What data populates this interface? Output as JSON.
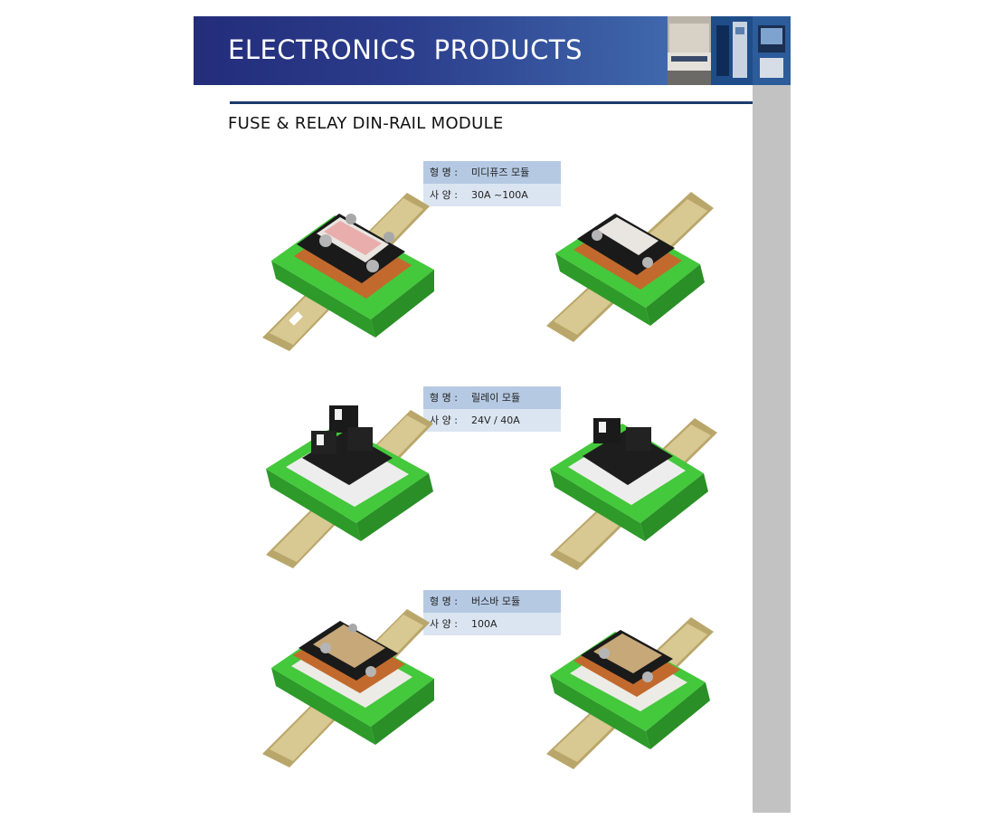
{
  "header": {
    "title": "ELECTRONICS  PRODUCTS"
  },
  "section": {
    "title": "FUSE & RELAY DIN-RAIL MODULE"
  },
  "products": [
    {
      "model_label": "형 명 :",
      "model_value": "미디퓨즈 모듈",
      "spec_label": "사 양 :",
      "spec_value": "30A ~100A"
    },
    {
      "model_label": "형 명 :",
      "model_value": "릴레이 모듈",
      "spec_label": "사 양 :",
      "spec_value": "24V / 40A"
    },
    {
      "model_label": "형 명 :",
      "model_value": "버스바 모듈",
      "spec_label": "사 양 :",
      "spec_value": "100A"
    }
  ],
  "colors": {
    "banner": "#2b3d8c",
    "rule": "#1c3a6e",
    "sidebar": "#c2c2c2",
    "model_row": "#b5c9e3",
    "spec_row": "#dbe5f1",
    "module_green": "#3fc23a"
  }
}
